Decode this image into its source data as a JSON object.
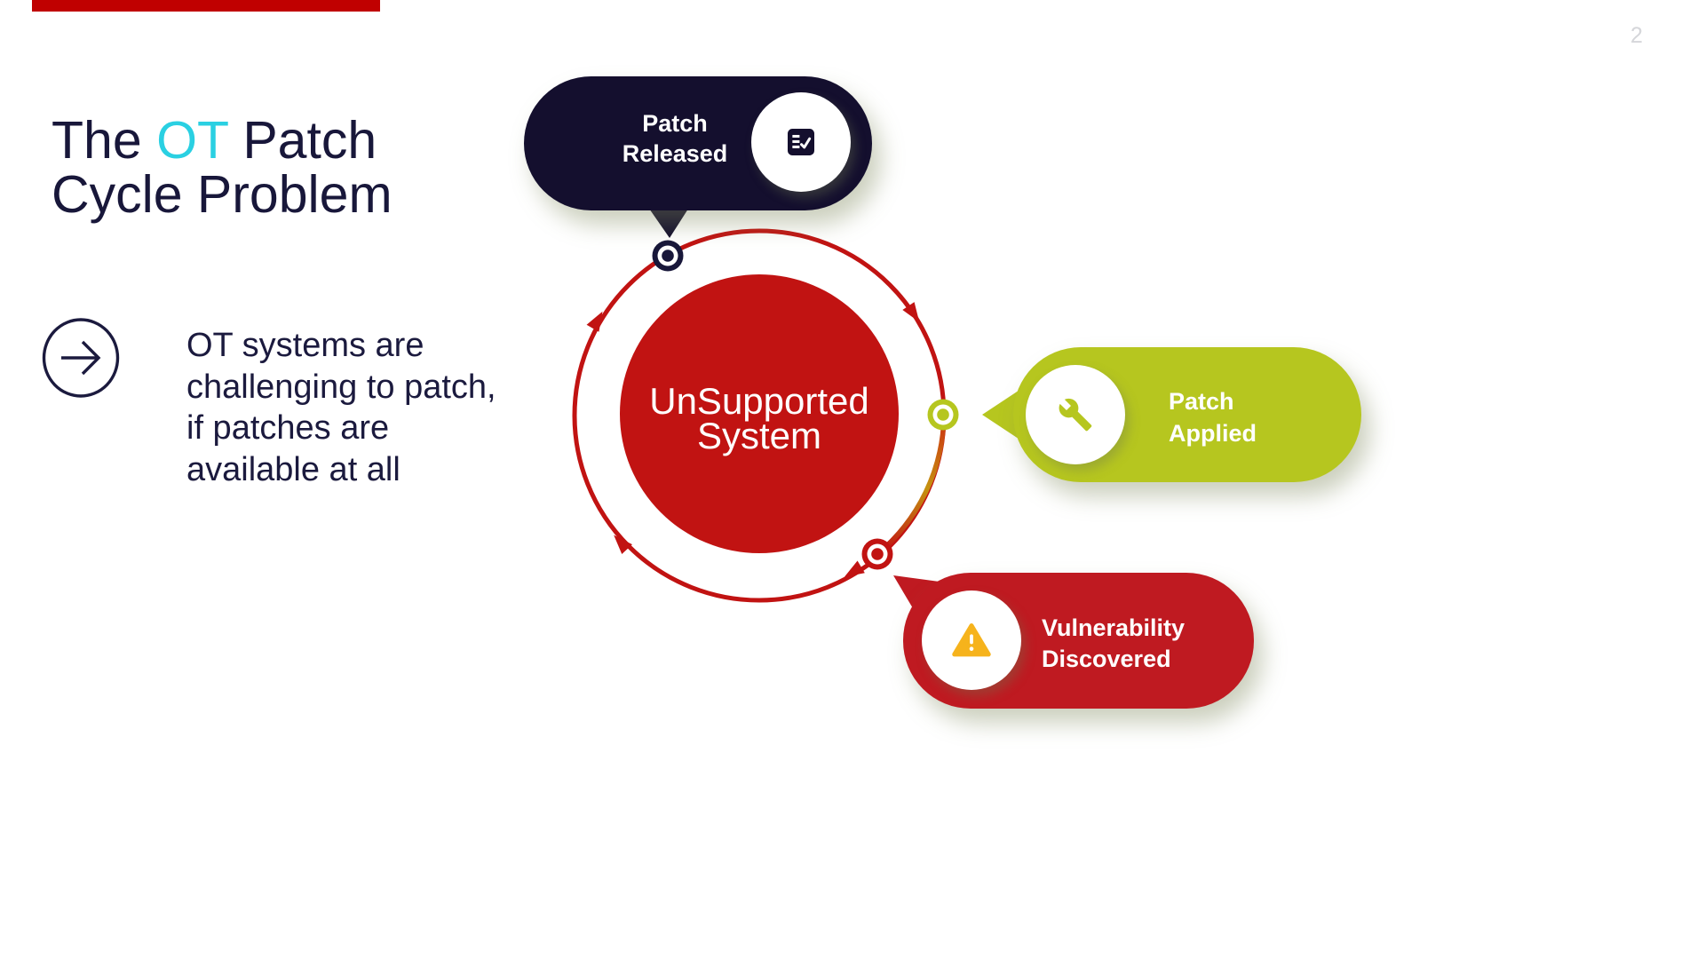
{
  "page": {
    "number": "2"
  },
  "colors": {
    "accent_bar": "#c00000",
    "title_navy": "#18173a",
    "title_cyan": "#2ad0e2",
    "bubble_navy": "#140f2e",
    "bubble_lime": "#b6c61f",
    "bubble_crimson": "#bf1a21",
    "center_red": "#c11312",
    "warning_amber": "#f6b31c",
    "page_number_gray": "#d5d6da"
  },
  "title": {
    "part1": "The ",
    "highlight": "OT",
    "part2": " Patch",
    "line2": "Cycle Problem"
  },
  "intro": {
    "icon": "arrow-right-circle-icon",
    "lines": [
      "OT systems are",
      "challenging to patch,",
      "if patches are",
      "available at all"
    ]
  },
  "diagram": {
    "center_label": {
      "line1": "UnSupported",
      "line2": "System"
    },
    "cycle_direction": "clockwise",
    "callouts": [
      {
        "id": "patch-released",
        "icon": "checklist-icon",
        "line1": "Patch",
        "line2": "Released",
        "color": "#140f2e"
      },
      {
        "id": "patch-applied",
        "icon": "wrench-icon",
        "line1": "Patch",
        "line2": "Applied",
        "color": "#b6c61f"
      },
      {
        "id": "vulnerability-discovered",
        "icon": "warning-triangle-icon",
        "line1": "Vulnerability",
        "line2": "Discovered",
        "color": "#bf1a21"
      }
    ]
  }
}
